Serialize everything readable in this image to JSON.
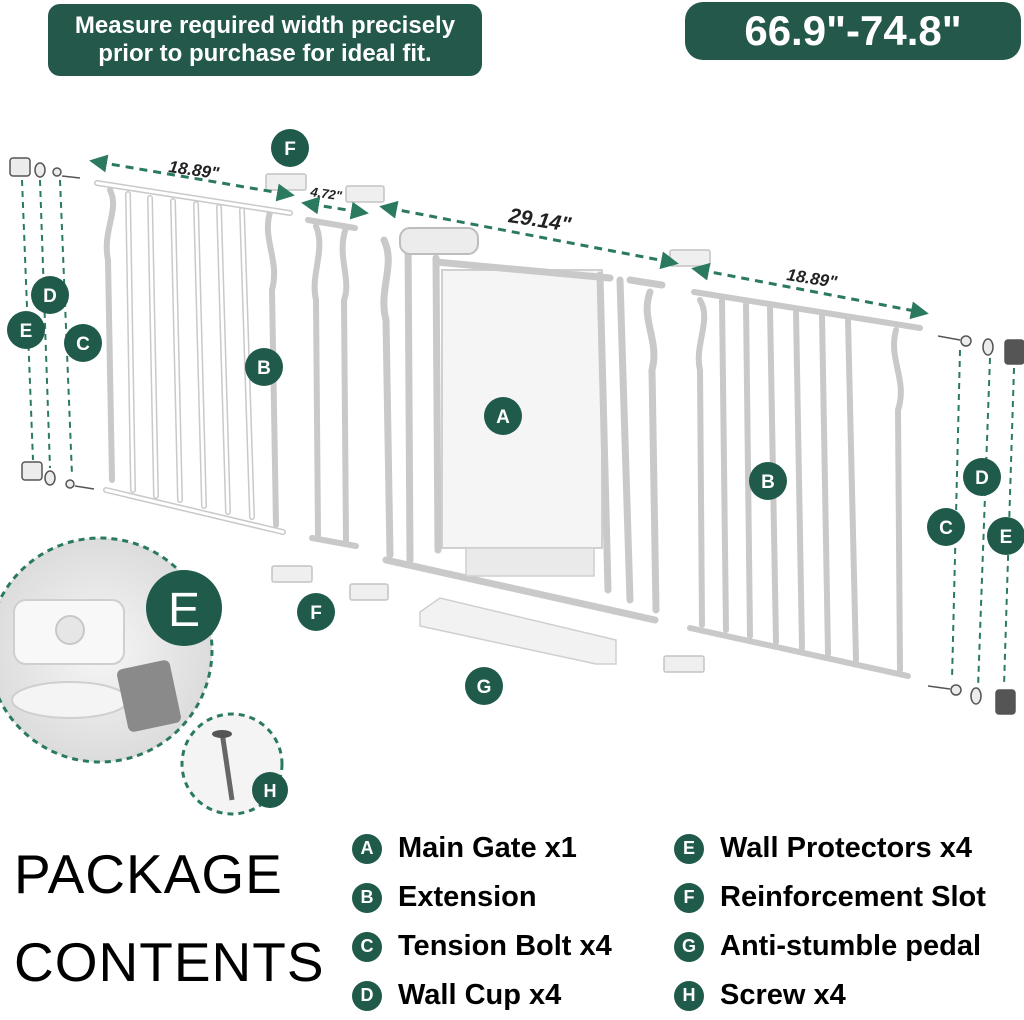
{
  "header": {
    "note_line1": "Measure required width precisely",
    "note_line2": "prior to purchase for ideal fit.",
    "width_range": "66.9\"-74.8\""
  },
  "dimensions": {
    "left_extension": "18.89\"",
    "small_extension": "4.72\"",
    "main_gate": "29.14\"",
    "right_extension": "18.89\""
  },
  "callouts": {
    "a": "A",
    "b": "B",
    "c": "C",
    "d": "D",
    "e": "E",
    "f": "F",
    "g": "G",
    "h": "H"
  },
  "package": {
    "title_line1": "PACKAGE",
    "title_line2": "CONTENTS",
    "items": [
      {
        "letter": "A",
        "label": "Main Gate x1"
      },
      {
        "letter": "B",
        "label": "Extension"
      },
      {
        "letter": "C",
        "label": "Tension Bolt x4"
      },
      {
        "letter": "D",
        "label": "Wall Cup x4"
      },
      {
        "letter": "E",
        "label": "Wall Protectors x4"
      },
      {
        "letter": "F",
        "label": "Reinforcement Slot"
      },
      {
        "letter": "G",
        "label": "Anti-stumble pedal"
      },
      {
        "letter": "H",
        "label": "Screw x4"
      }
    ]
  },
  "colors": {
    "brand_green": "#23584b",
    "badge_green": "#1f5a4b",
    "dimension_green": "#2b7a5f",
    "gate_white": "#ffffff"
  }
}
